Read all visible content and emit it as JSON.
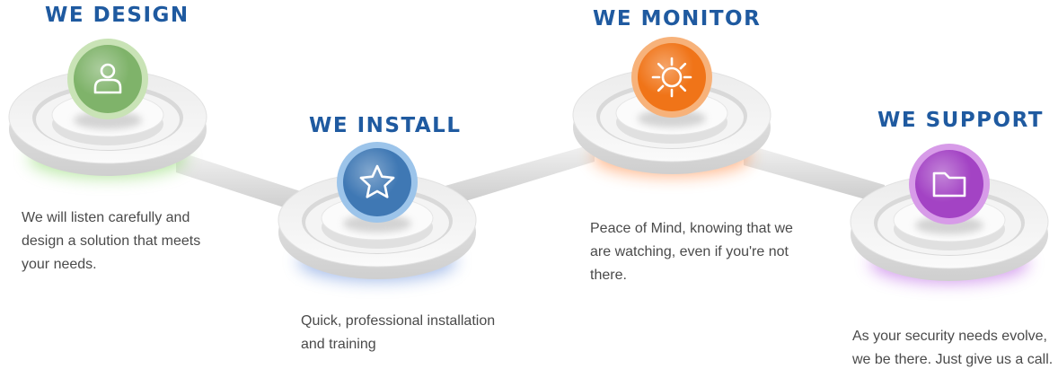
{
  "steps": [
    {
      "id": "design",
      "title": "WE DESIGN",
      "description": "We will listen carefully and\ndesign a solution that meets\nyour needs.",
      "icon": "person-icon",
      "color": "#7fb36a",
      "ring": "#c9e3b6",
      "glow": "#7fd45a"
    },
    {
      "id": "install",
      "title": "WE INSTALL",
      "description": "Quick, professional installation\nand training",
      "icon": "star-icon",
      "color": "#3f78b4",
      "ring": "#9cc4ea",
      "glow": "#5b86d8"
    },
    {
      "id": "monitor",
      "title": "WE MONITOR",
      "description": "Peace of Mind, knowing that we\nare watching, even if you're not\nthere.",
      "icon": "sun-icon",
      "color": "#f07418",
      "ring": "#f7b27a",
      "glow": "#ff7a2a"
    },
    {
      "id": "support",
      "title": "WE SUPPORT",
      "description": "As your security needs evolve,\nwe be there. Just give us a call.",
      "icon": "folder-icon",
      "color": "#a343c4",
      "ring": "#d79be8",
      "glow": "#b04ee0"
    }
  ]
}
